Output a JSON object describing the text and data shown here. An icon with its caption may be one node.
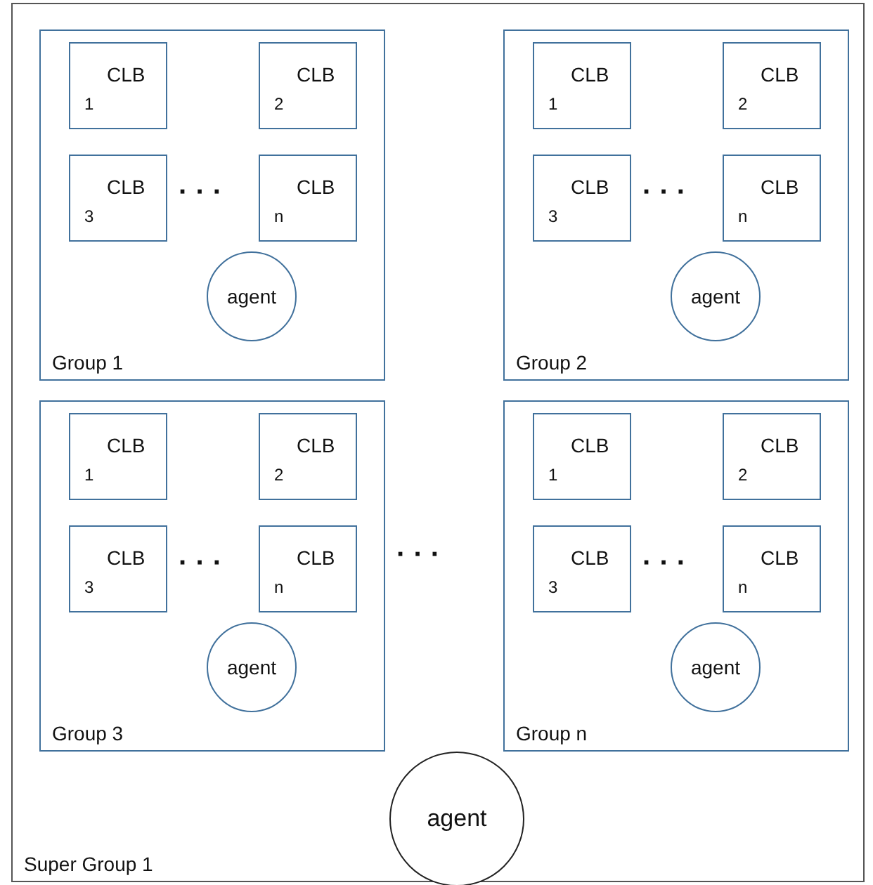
{
  "diagram": {
    "nodes": [
      {
        "text": [
          "Super Group 1"
        ]
      },
      {
        "text": [
          "Group 1"
        ],
        "in": 0
      },
      {
        "text": [
          "CLB",
          "1"
        ],
        "in": 1
      },
      {
        "text": [
          "CLB",
          "2"
        ],
        "in": 1
      },
      {
        "text": [
          "CLB",
          "3"
        ],
        "in": 1
      },
      {
        "text": [
          "CLB",
          "n"
        ],
        "in": 1
      },
      {
        "text": [
          "agent"
        ],
        "in": 1
      },
      {
        "text": [
          "Group 2"
        ],
        "in": 0
      },
      {
        "text": [
          "CLB",
          "1"
        ],
        "in": 7
      },
      {
        "text": [
          "CLB",
          "2"
        ],
        "in": 7
      },
      {
        "text": [
          "CLB",
          "3"
        ],
        "in": 7
      },
      {
        "text": [
          "CLB",
          "n"
        ],
        "in": 7
      },
      {
        "text": [
          "agent"
        ],
        "in": 7
      },
      {
        "text": [
          "Group 3"
        ],
        "in": 0
      },
      {
        "text": [
          "CLB",
          "1"
        ],
        "in": 13
      },
      {
        "text": [
          "CLB",
          "2"
        ],
        "in": 13
      },
      {
        "text": [
          "CLB",
          "3"
        ],
        "in": 13
      },
      {
        "text": [
          "CLB",
          "n"
        ],
        "in": 13
      },
      {
        "text": [
          "agent"
        ],
        "in": 13
      },
      {
        "text": [
          "Group n"
        ],
        "in": 0
      },
      {
        "text": [
          "CLB",
          "1"
        ],
        "in": 19
      },
      {
        "text": [
          "CLB",
          "2"
        ],
        "in": 19
      },
      {
        "text": [
          "CLB",
          "3"
        ],
        "in": 19
      },
      {
        "text": [
          "CLB",
          "n"
        ],
        "in": 19
      },
      {
        "text": [
          "agent"
        ],
        "in": 19
      },
      {
        "text": [
          "agent"
        ],
        "in": 0
      }
    ],
    "labels": [
      "· · ·",
      "· · ·",
      "· · ·",
      "· · ·",
      "· · ·"
    ]
  }
}
